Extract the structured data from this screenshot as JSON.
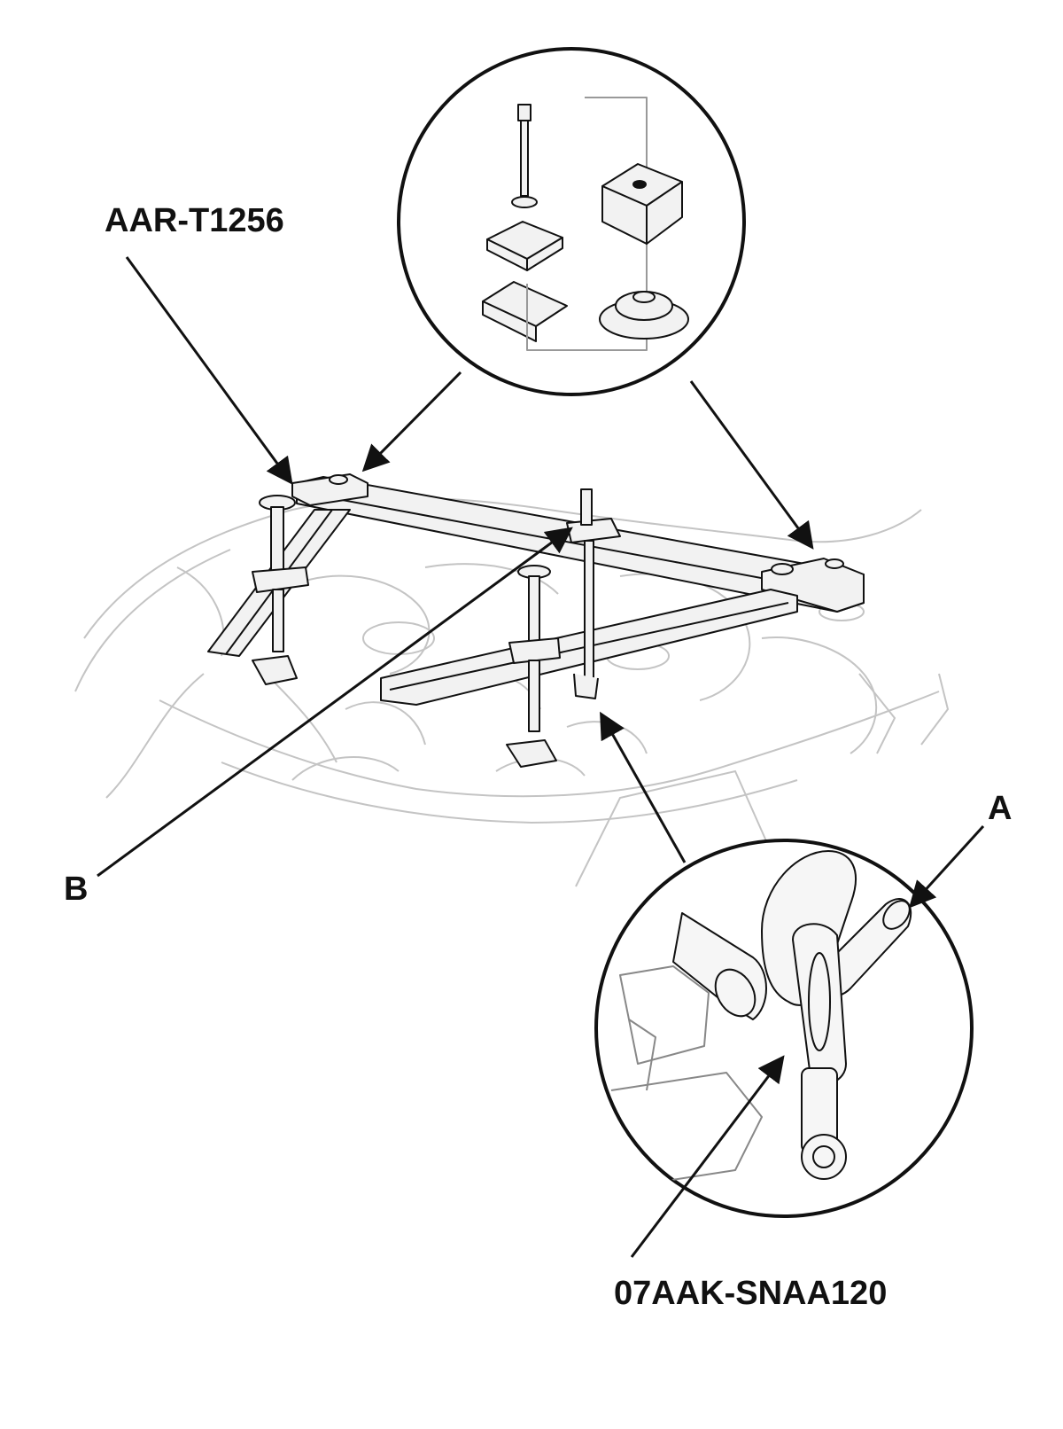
{
  "labels": {
    "tool_support": "AAR-T1256",
    "callout_b": "B",
    "callout_a": "A",
    "tool_hook": "07AAK-SNAA120"
  },
  "colors": {
    "ink": "#111111",
    "background_lines": "#bdbdbd",
    "tool_fill": "#f2f2f2"
  }
}
